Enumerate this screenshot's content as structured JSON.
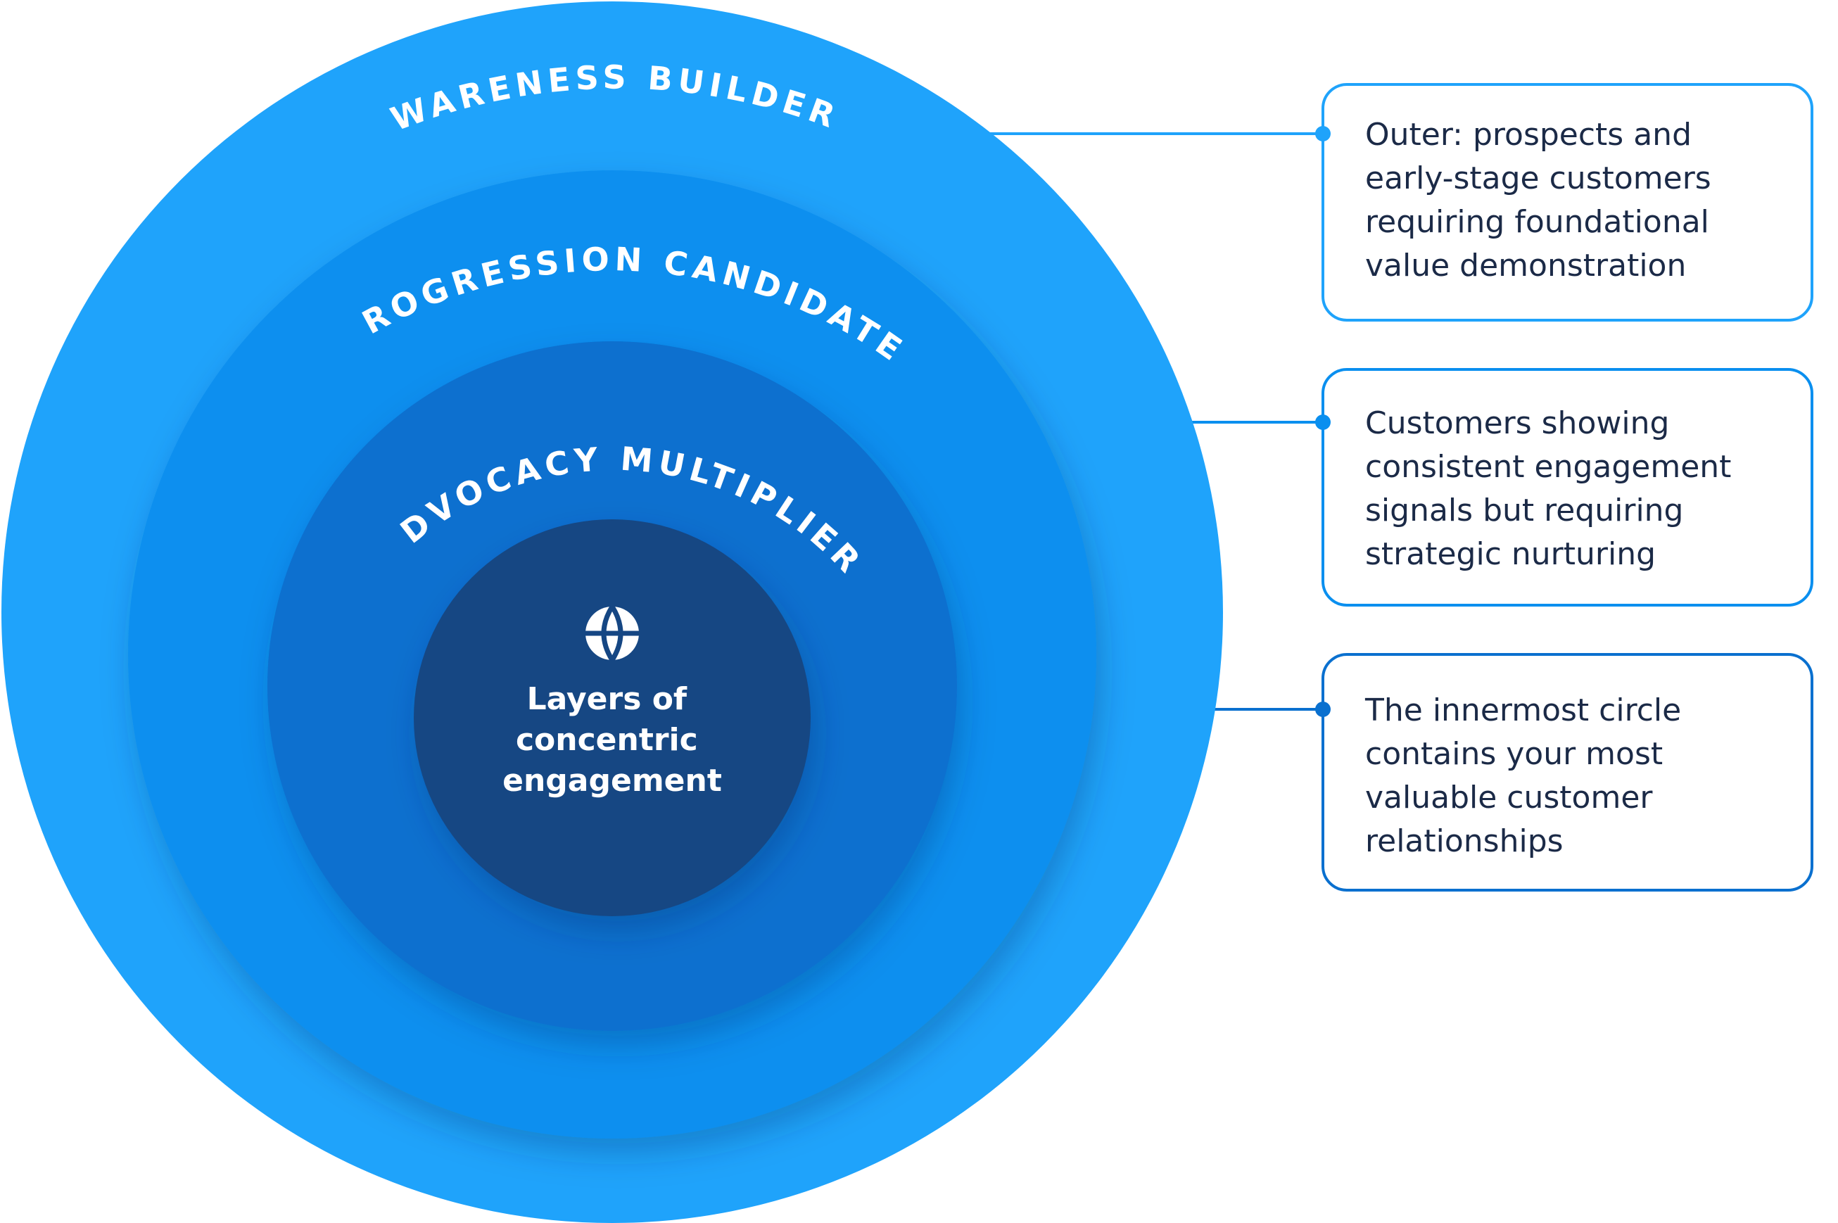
{
  "rings": [
    {
      "label": "AWARENESS BUILDERS",
      "color": "#1fa3fb"
    },
    {
      "label": "PROGRESSION CANDIDATES",
      "color": "#0a8fef"
    },
    {
      "label": "ADVOCACY MULTIPLIERS",
      "color": "#0a70cf"
    }
  ],
  "center": {
    "icon": "globe-icon",
    "title_lines": [
      "Layers of",
      "concentric",
      "engagement"
    ],
    "color": "#154683"
  },
  "callouts": [
    {
      "lines": [
        "Outer: prospects and",
        "early-stage customers",
        "requiring foundational",
        "value demonstration"
      ],
      "color": "#1fa3fb"
    },
    {
      "lines": [
        "Customers showing",
        "consistent engagement",
        "signals but requiring",
        "strategic nurturing"
      ],
      "color": "#0a8fef"
    },
    {
      "lines": [
        "The innermost circle",
        "contains your most",
        "valuable customer",
        "relationships"
      ],
      "color": "#0a70cf"
    }
  ]
}
